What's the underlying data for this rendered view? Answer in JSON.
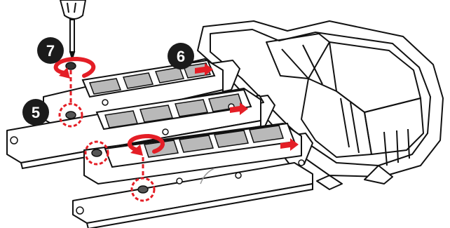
{
  "steps": [
    {
      "number": "7",
      "action": "tighten-screw"
    },
    {
      "number": "6",
      "action": "insert-ssd"
    },
    {
      "number": "5",
      "action": "install-standoff"
    }
  ],
  "colors": {
    "outline": "#111111",
    "chip": "#b9b9b9",
    "accent": "#e41e26",
    "badge": "#1b1b1b",
    "background": "#ffffff"
  },
  "icons": [
    "screwdriver-icon",
    "rotate-arrow-icon",
    "insert-arrow-icon",
    "standoff-highlight-icon"
  ]
}
